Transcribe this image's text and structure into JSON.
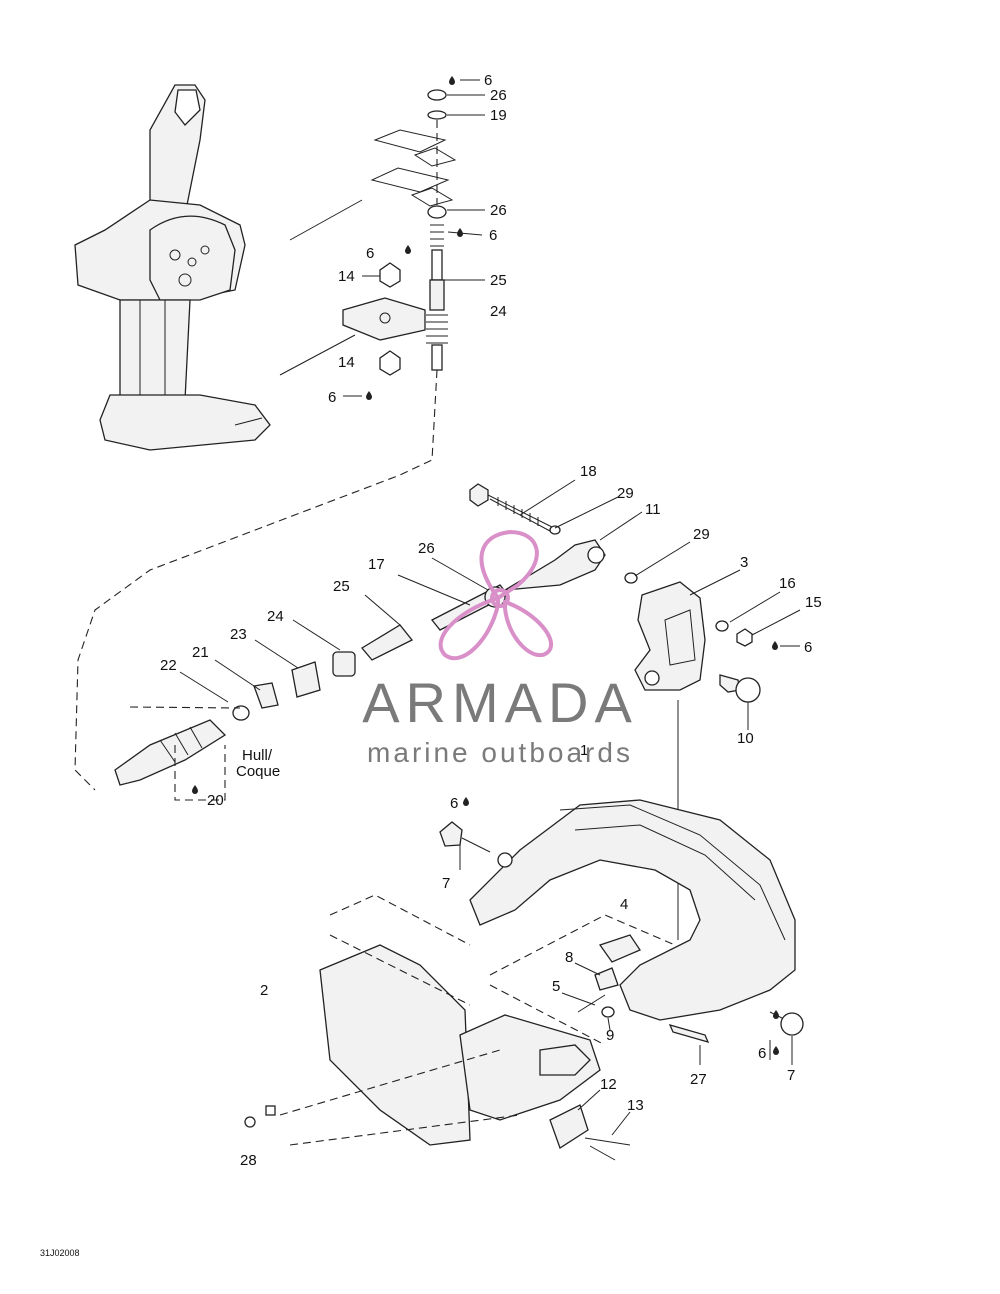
{
  "watermark": {
    "brand": "ARMADA",
    "tagline": "marine outboards",
    "logo_color": "#d98fc8",
    "text_color": "#7a7a7a"
  },
  "diagram_code": "31J02008",
  "hull_label": "Hull/\nCoque",
  "callouts": [
    {
      "id": "c6a",
      "text": "6"
    },
    {
      "id": "c26a",
      "text": "26"
    },
    {
      "id": "c19",
      "text": "19"
    },
    {
      "id": "c26b",
      "text": "26"
    },
    {
      "id": "c6b",
      "text": "6"
    },
    {
      "id": "c6c",
      "text": "6"
    },
    {
      "id": "c14a",
      "text": "14"
    },
    {
      "id": "c25a",
      "text": "25"
    },
    {
      "id": "c24a",
      "text": "24"
    },
    {
      "id": "c14b",
      "text": "14"
    },
    {
      "id": "c6d",
      "text": "6"
    },
    {
      "id": "c18",
      "text": "18"
    },
    {
      "id": "c29a",
      "text": "29"
    },
    {
      "id": "c11",
      "text": "11"
    },
    {
      "id": "c29b",
      "text": "29"
    },
    {
      "id": "c26c",
      "text": "26"
    },
    {
      "id": "c17",
      "text": "17"
    },
    {
      "id": "c3",
      "text": "3"
    },
    {
      "id": "c16",
      "text": "16"
    },
    {
      "id": "c15",
      "text": "15"
    },
    {
      "id": "c25b",
      "text": "25"
    },
    {
      "id": "c6e",
      "text": "6"
    },
    {
      "id": "c24b",
      "text": "24"
    },
    {
      "id": "c23",
      "text": "23"
    },
    {
      "id": "c21",
      "text": "21"
    },
    {
      "id": "c22",
      "text": "22"
    },
    {
      "id": "c10",
      "text": "10"
    },
    {
      "id": "c1",
      "text": "1"
    },
    {
      "id": "c20",
      "text": "20"
    },
    {
      "id": "c6f",
      "text": "6"
    },
    {
      "id": "c7a",
      "text": "7"
    },
    {
      "id": "c4",
      "text": "4"
    },
    {
      "id": "c2",
      "text": "2"
    },
    {
      "id": "c8",
      "text": "8"
    },
    {
      "id": "c5",
      "text": "5"
    },
    {
      "id": "c9",
      "text": "9"
    },
    {
      "id": "c6g",
      "text": "6"
    },
    {
      "id": "c7b",
      "text": "7"
    },
    {
      "id": "c27",
      "text": "27"
    },
    {
      "id": "c12",
      "text": "12"
    },
    {
      "id": "c13",
      "text": "13"
    },
    {
      "id": "c28",
      "text": "28"
    }
  ]
}
